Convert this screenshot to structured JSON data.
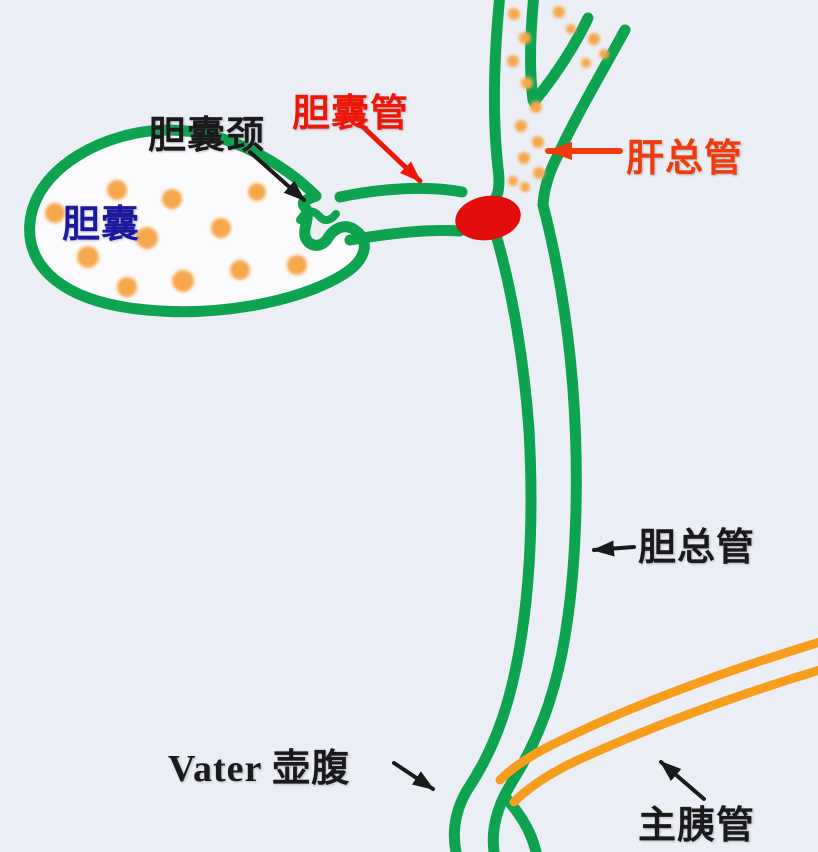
{
  "figure": {
    "background": "#eceef5",
    "colors": {
      "duct_green": "#0da34f",
      "stone_orange": "#f6a74b",
      "pancreatic_orange": "#f79d1e",
      "blockage_red": "#e40d0d",
      "label_red": "#ee1606",
      "label_orange_red": "#f03c0c",
      "label_blue": "#1d18a0",
      "label_black": "#1a1a1a"
    },
    "labels": {
      "gallbladder": "胆囊",
      "gallbladder_neck": "胆囊颈",
      "cystic_duct": "胆囊管",
      "common_hepatic_duct": "肝总管",
      "common_bile_duct": "胆总管",
      "ampulla_of_vater": "Vater 壶腹",
      "main_pancreatic_duct": "主胰管"
    }
  }
}
